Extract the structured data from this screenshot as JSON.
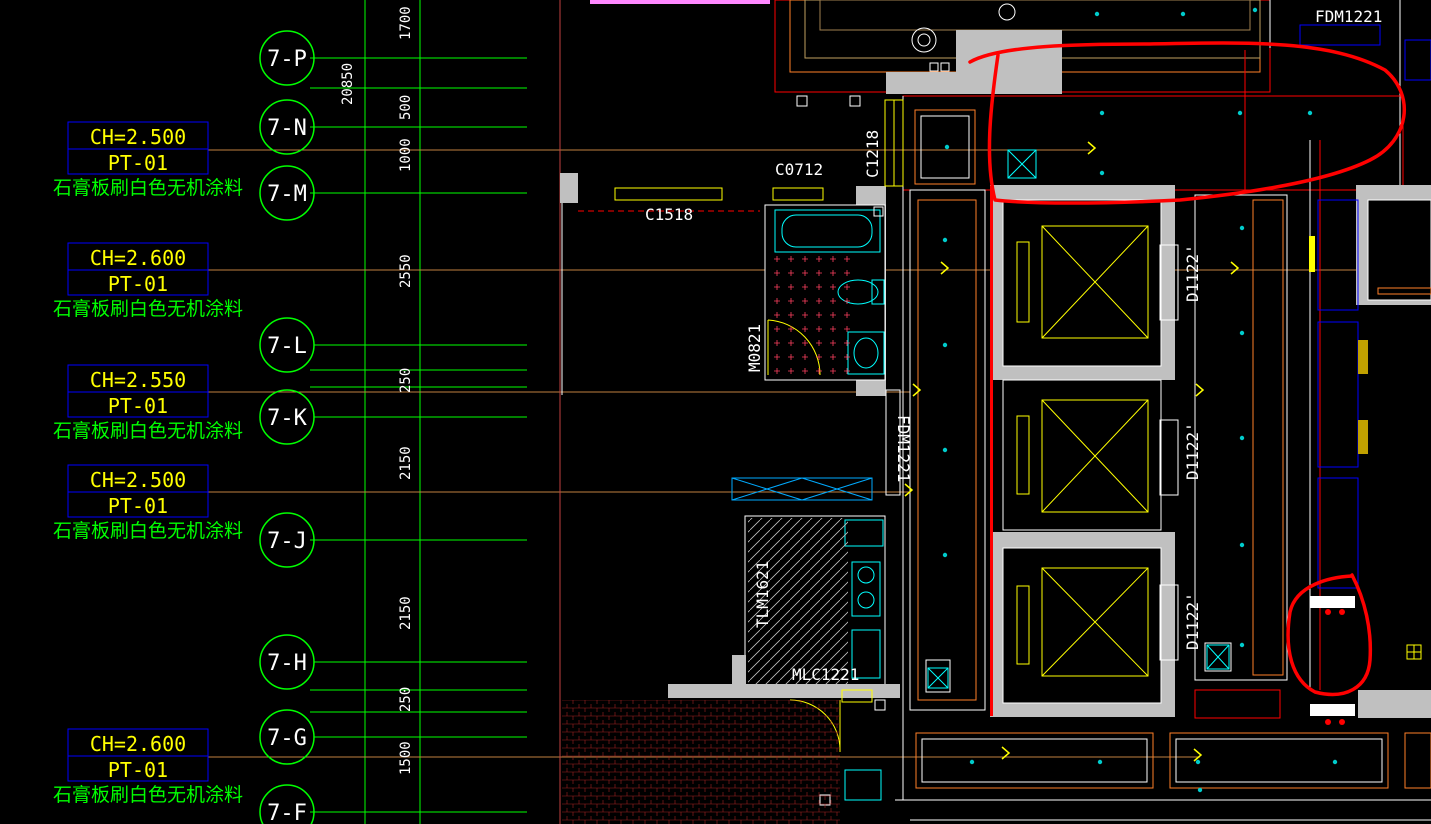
{
  "colors": {
    "background": "#000000",
    "green": "#00ff00",
    "white": "#ffffff",
    "yellow": "#ffff00",
    "blue": "#0000ff",
    "cyan": "#00ffff",
    "orange": "#ff7f27",
    "red": "#ff0000",
    "gray": "#c0c0c0",
    "pink": "#ff00ff"
  },
  "axes": [
    {
      "label": "7-P"
    },
    {
      "label": "7-N"
    },
    {
      "label": "7-M"
    },
    {
      "label": "7-L"
    },
    {
      "label": "7-K"
    },
    {
      "label": "7-J"
    },
    {
      "label": "7-H"
    },
    {
      "label": "7-G"
    },
    {
      "label": "7-F"
    }
  ],
  "dimensions": {
    "overall": "20850",
    "segments": [
      "1700",
      "500",
      "1000",
      "2550",
      "250",
      "2150",
      "2150",
      "250",
      "1500"
    ]
  },
  "ceiling_tags": [
    {
      "ch": "CH=2.500",
      "pt": "PT-01",
      "note": "石膏板刷白色无机涂料"
    },
    {
      "ch": "CH=2.600",
      "pt": "PT-01",
      "note": "石膏板刷白色无机涂料"
    },
    {
      "ch": "CH=2.550",
      "pt": "PT-01",
      "note": "石膏板刷白色无机涂料"
    },
    {
      "ch": "CH=2.500",
      "pt": "PT-01",
      "note": "石膏板刷白色无机涂料"
    },
    {
      "ch": "CH=2.600",
      "pt": "PT-01",
      "note": "石膏板刷白色无机涂料"
    }
  ],
  "openings": {
    "fdm1221_top": "FDM1221",
    "c0712": "C0712",
    "c1518": "C1518",
    "c1218": "C1218",
    "m0821": "M0821",
    "fdm1221_mid": "FDM1221",
    "tlm1621": "TLM1621",
    "mlc1221": "MLC1221",
    "d1122_a": "D1122'",
    "d1122_b": "D1122'",
    "d1122_c": "D1122'"
  }
}
